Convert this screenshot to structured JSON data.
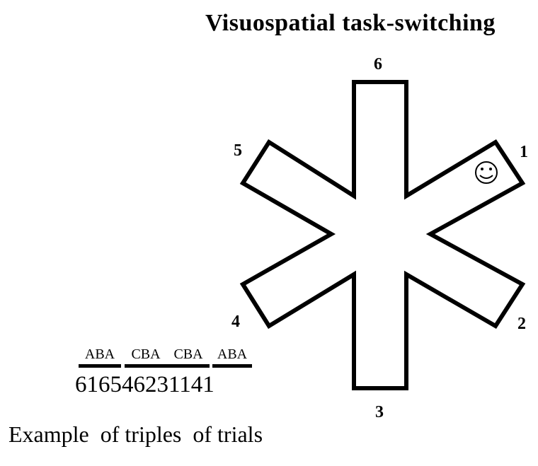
{
  "title": "Visuospatial task-switching",
  "arm_labels": {
    "arm1": "1",
    "arm2": "2",
    "arm3": "3",
    "arm4": "4",
    "arm5": "5",
    "arm6": "6"
  },
  "target_symbol": "☺",
  "target_arm": "1",
  "triple_groups": [
    "ABA",
    "CBA",
    "CBA",
    "ABA"
  ],
  "sequence": "616546231141",
  "caption": "Example  of triples  of trials"
}
